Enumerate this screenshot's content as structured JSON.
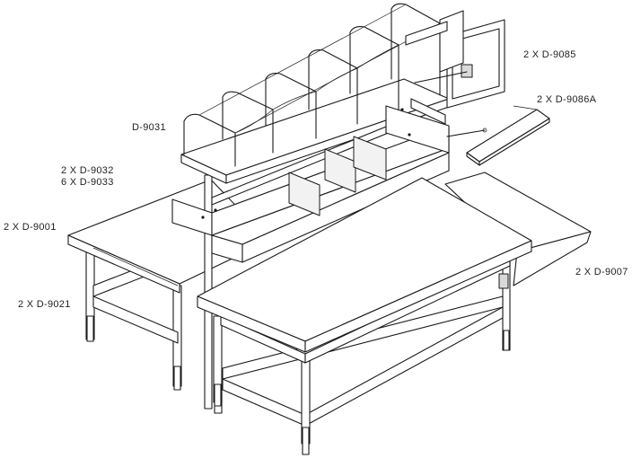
{
  "labels": {
    "monitor_arm": "2 X D-9085",
    "keyboard_tray": "2 X D-9086A",
    "upper_shelf": "D-9031",
    "bins_line1": "2 X D-9032",
    "bins_line2": "6 X D-9033",
    "table": "2 X D-9001",
    "lower_shelf": "2 X D-9021",
    "side_extension": "2 X D-9007"
  }
}
